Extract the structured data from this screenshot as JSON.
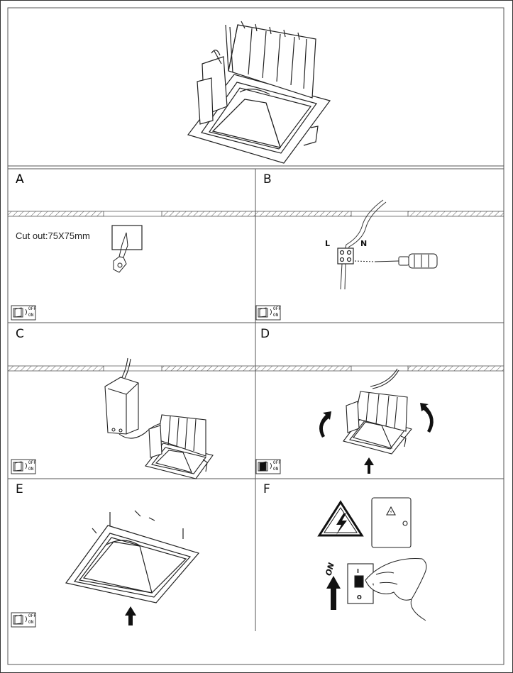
{
  "steps": [
    {
      "letter": "A"
    },
    {
      "letter": "B"
    },
    {
      "letter": "C"
    },
    {
      "letter": "D"
    },
    {
      "letter": "E"
    },
    {
      "letter": "F"
    }
  ],
  "cutout_text": "Cut out:75X75mm",
  "wire_labels": {
    "live": "L",
    "neutral": "N"
  },
  "switch_icon": {
    "off": "OFF",
    "on": "ON"
  },
  "breaker": {
    "on": "ON",
    "symbol_on": "I",
    "symbol_off": "O"
  },
  "icons": [
    "recessed-downlight-icon",
    "saw-icon",
    "screwdriver-icon",
    "driver-box-icon",
    "rotate-arrow-icon",
    "push-up-arrow-icon",
    "high-voltage-warning-icon",
    "distribution-box-icon",
    "wall-switch-icon",
    "hand-icon"
  ]
}
